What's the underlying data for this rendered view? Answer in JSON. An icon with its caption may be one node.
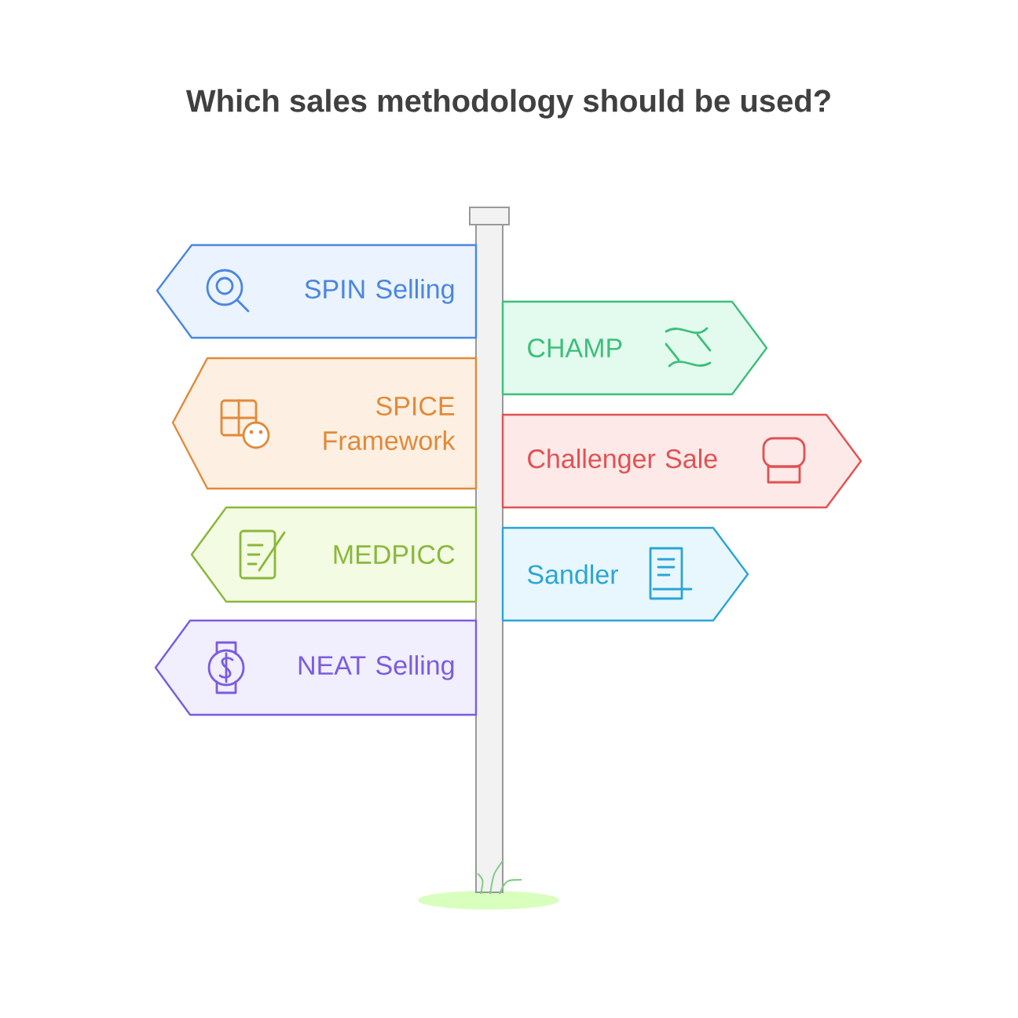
{
  "diagram": {
    "title": "Which sales methodology should be used?",
    "nodes": [
      {
        "text": [
          "SPIN Selling"
        ]
      },
      {
        "text": [
          "CHAMP"
        ]
      },
      {
        "text": [
          "SPICE Framework"
        ]
      },
      {
        "text": [
          "Challenger Sale"
        ]
      },
      {
        "text": [
          "MEDPICC"
        ]
      },
      {
        "text": [
          "Sandler"
        ]
      },
      {
        "text": [
          "NEAT Selling"
        ]
      }
    ]
  }
}
